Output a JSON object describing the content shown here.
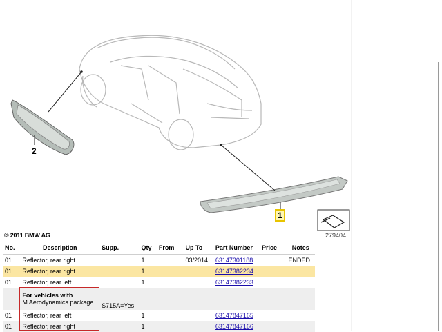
{
  "diagram": {
    "callouts": [
      "1",
      "2"
    ],
    "diagram_id": "279404",
    "copyright": "© 2011 BMW AG",
    "icons": [
      "car-body-drawing",
      "reflector-part-1-drawing",
      "reflector-part-2-drawing",
      "direction-arrow-icon"
    ]
  },
  "table": {
    "headers": {
      "no": "No.",
      "description": "Description",
      "supp": "Supp.",
      "qty": "Qty",
      "from": "From",
      "up_to": "Up To",
      "part_number": "Part Number",
      "price": "Price",
      "notes": "Notes"
    },
    "rows": [
      {
        "no": "01",
        "description": "Reflector, rear right",
        "supp": "",
        "qty": "1",
        "from": "",
        "up_to": "03/2014",
        "part_number": "63147301188",
        "price": "",
        "notes": "ENDED"
      },
      {
        "no": "01",
        "description": "Reflector, rear right",
        "supp": "",
        "qty": "1",
        "from": "",
        "up_to": "",
        "part_number": "63147382234",
        "price": "",
        "notes": ""
      },
      {
        "no": "01",
        "description": "Reflector, rear left",
        "supp": "",
        "qty": "1",
        "from": "",
        "up_to": "",
        "part_number": "63147382233",
        "price": "",
        "notes": ""
      },
      {
        "no": "01",
        "description": "Reflector, rear left",
        "supp": "",
        "qty": "1",
        "from": "",
        "up_to": "",
        "part_number": "63147847165",
        "price": "",
        "notes": ""
      },
      {
        "no": "01",
        "description": "Reflector, rear right",
        "supp": "",
        "qty": "1",
        "from": "",
        "up_to": "",
        "part_number": "63147847166",
        "price": "",
        "notes": ""
      }
    ],
    "group": {
      "title": "For vehicles with",
      "subtitle": "M Aerodynamics package",
      "supp": "S715A=Yes"
    }
  },
  "colors": {
    "highlight_row": "#fbe6a2",
    "callout_box": "#e8c400",
    "link": "#1a0dab"
  }
}
